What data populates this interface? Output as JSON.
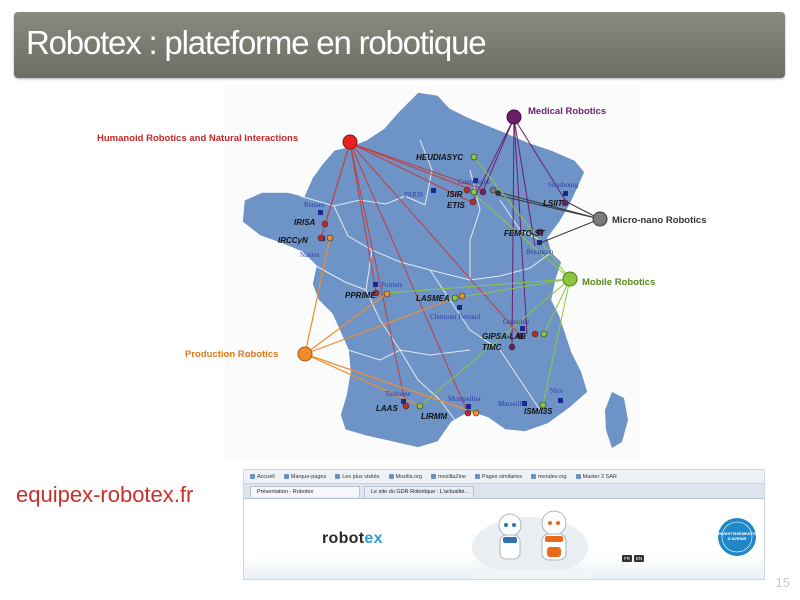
{
  "slide": {
    "title": "Robotex : plateforme en robotique",
    "website": "equipex-robotex.fr",
    "page_number": "15"
  },
  "map": {
    "hubs": {
      "humanoid": {
        "label": "Humanoid Robotics and Natural Interactions",
        "color": "#e8211d"
      },
      "medical": {
        "label": "Medical Robotics",
        "color": "#6b1f6b"
      },
      "micro_nano": {
        "label": "Micro-nano Robotics",
        "color": "#7a7a7a"
      },
      "mobile": {
        "label": "Mobile Robotics",
        "color": "#8cc63f"
      },
      "production": {
        "label": "Production Robotics",
        "color": "#f28c28"
      }
    },
    "labs": [
      "HEUDIASYC",
      "ISIR",
      "ETIS",
      "LSIIT",
      "IRISA",
      "IRCCyN",
      "FEMTO-ST",
      "PPRIME",
      "LASMEA",
      "GIPSA-LAB",
      "TIMC",
      "LAAS",
      "LIRMM",
      "ISM/I3S"
    ],
    "cities": [
      "Compiègne",
      "PARIS",
      "Rennes",
      "Nantes",
      "Strasbourg",
      "Besançon",
      "Poitiers",
      "Clermont Ferrand",
      "Grenoble",
      "Toulouse",
      "Montpellier",
      "Marseille",
      "Nice"
    ]
  },
  "browser": {
    "bookmarks": [
      "Accueil",
      "Marque-pages",
      "Les plus visités",
      "Mozilla.org",
      "mozillaZine",
      "Pages similaires",
      "mondev.org",
      "Master 2 SAR"
    ],
    "tabs": [
      "Présentation - Robotex",
      "Le site du GDR Robotique : L'actualité..."
    ],
    "logo_main": "robot",
    "logo_accent": "ex",
    "lang_buttons": [
      "FR",
      "EN"
    ],
    "badge_text": "INVESTISSEMENTS D'AVENIR"
  }
}
